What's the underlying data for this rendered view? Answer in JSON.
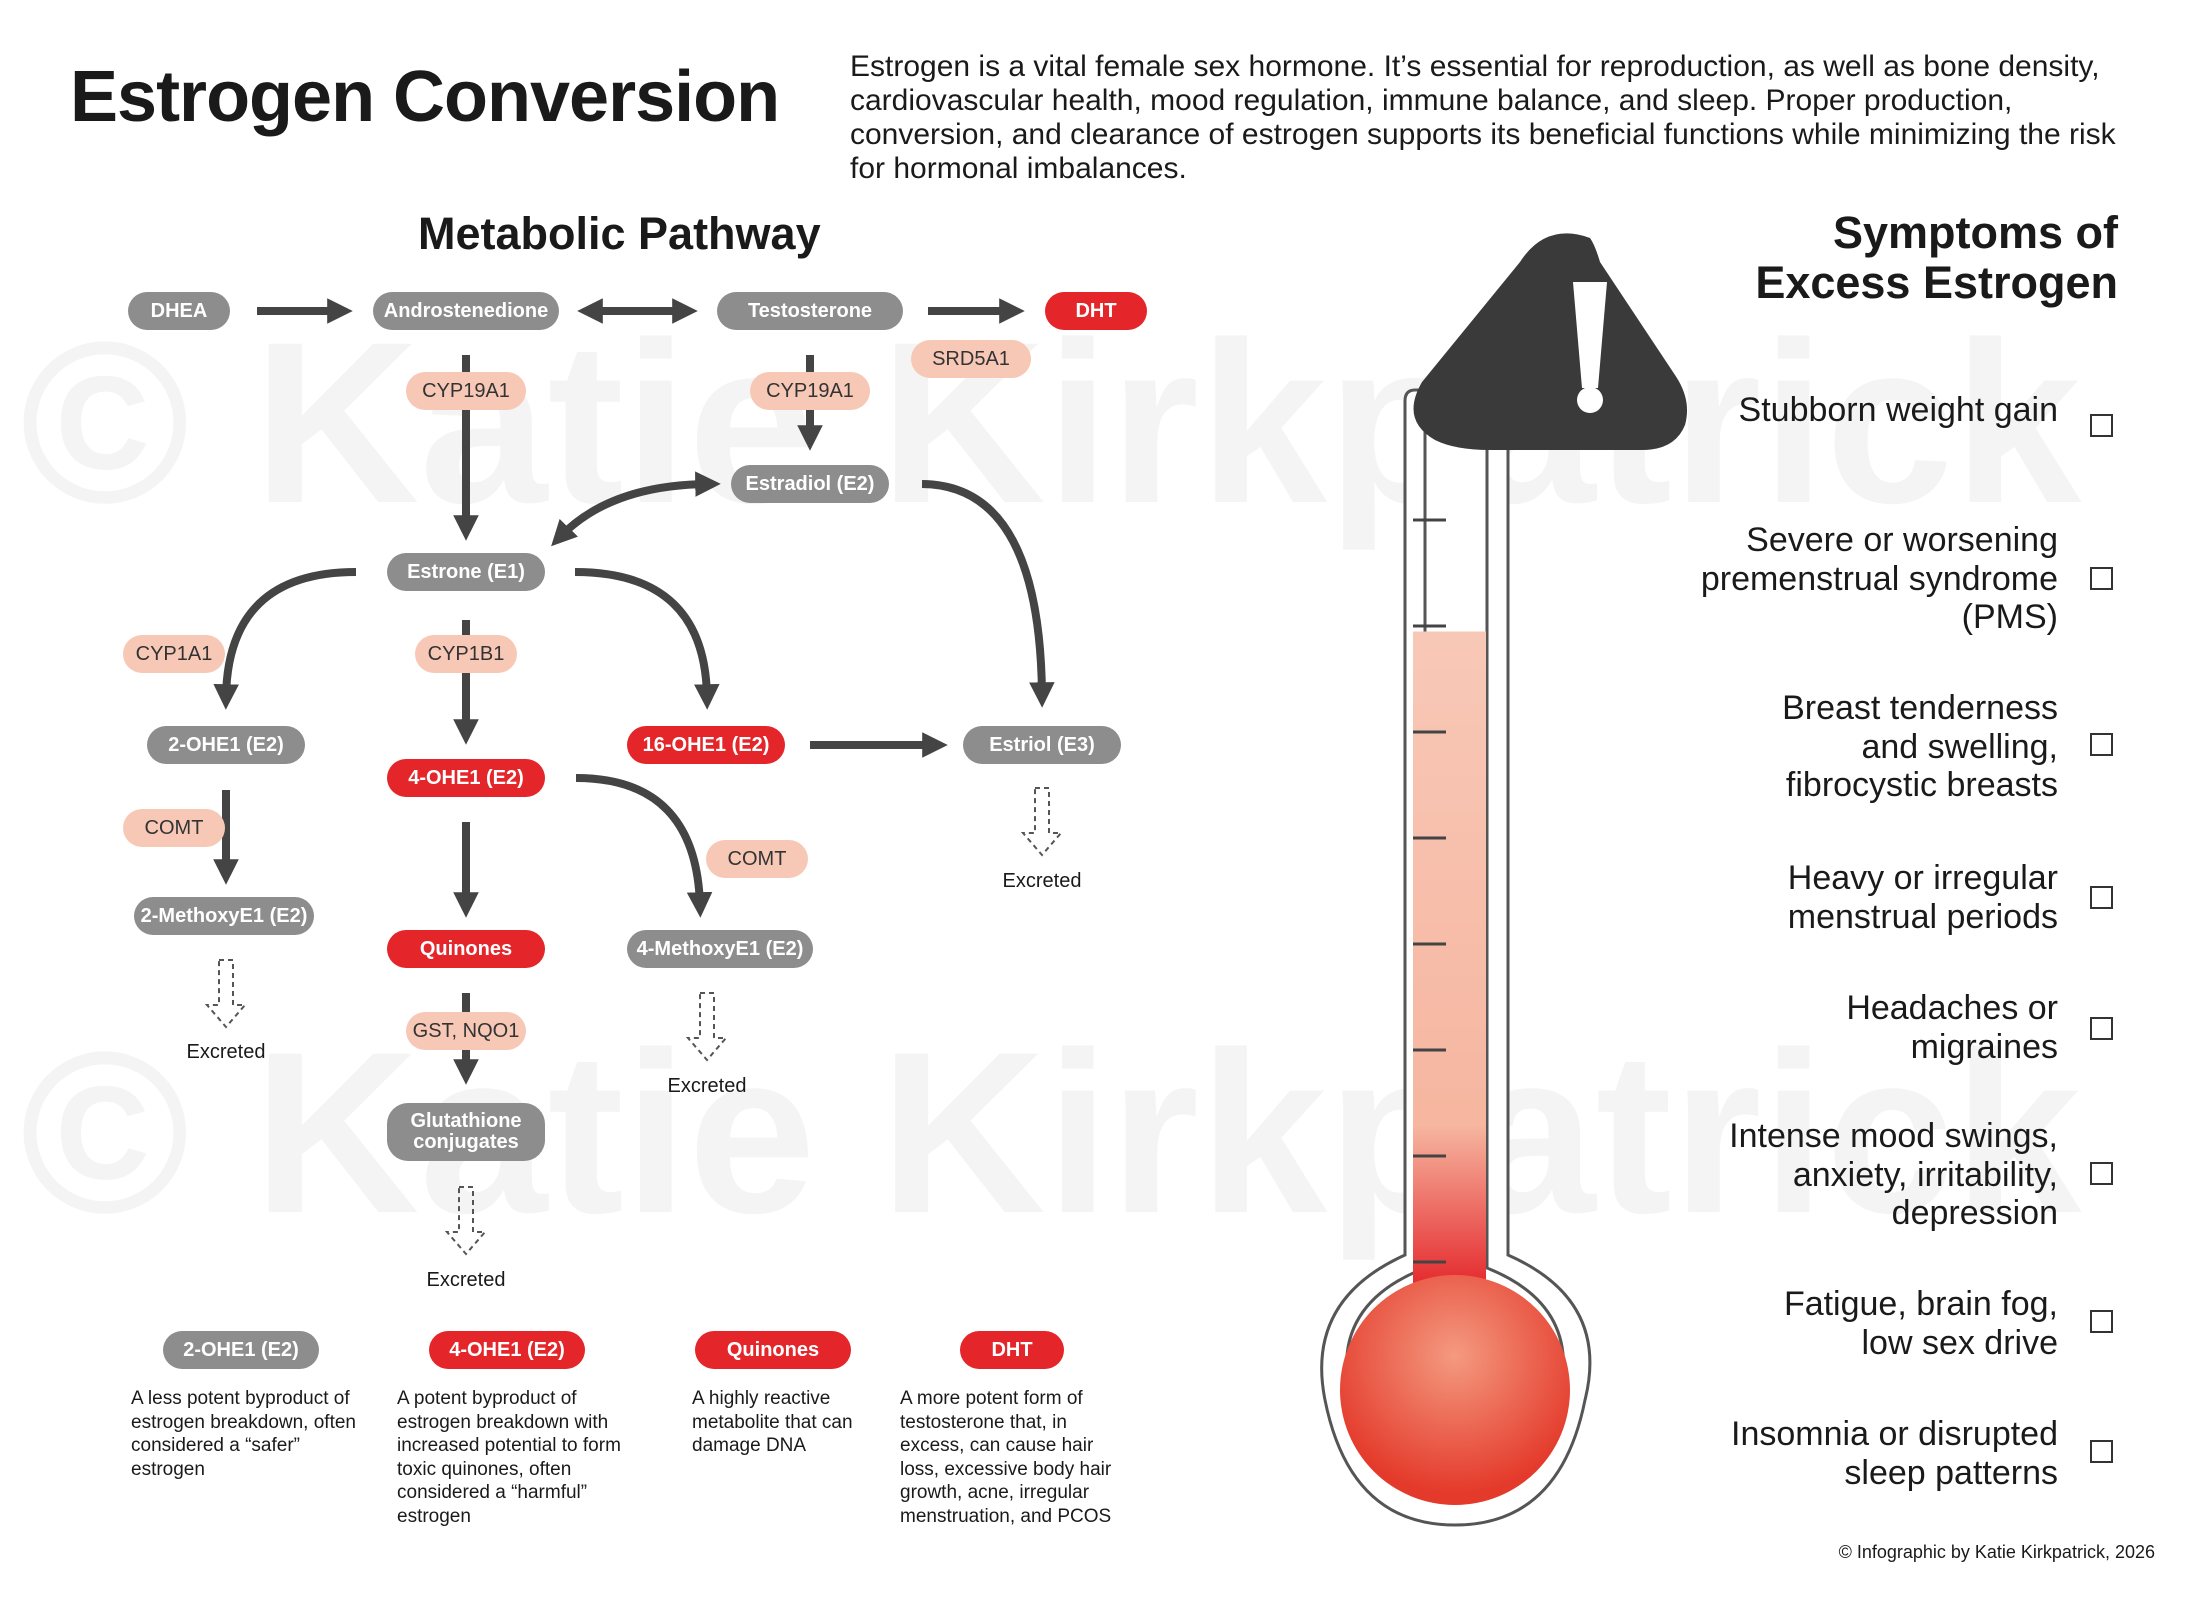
{
  "title": "Estrogen Conversion",
  "intro": "Estrogen is a vital female sex hormone. It’s essential for reproduction, as well as bone density, cardiovascular health, mood regulation, immune balance, and sleep. Proper production, conversion, and clearance of estrogen supports its beneficial functions while minimizing the risk for hormonal imbalances.",
  "watermark": "© Katie Kirkpatrick",
  "pathway": {
    "title": "Metabolic Pathway",
    "nodes": {
      "dhea": "DHEA",
      "androstenedione": "Androstenedione",
      "testosterone": "Testosterone",
      "dht": "DHT",
      "estradiol": "Estradiol (E2)",
      "estrone": "Estrone (E1)",
      "two_ohe1": "2-OHE1 (E2)",
      "four_ohe1": "4-OHE1 (E2)",
      "sixteen_ohe1": "16-OHE1 (E2)",
      "estriol": "Estriol (E3)",
      "two_methoxy": "2-MethoxyE1 (E2)",
      "quinones": "Quinones",
      "four_methoxy": "4-MethoxyE1 (E2)",
      "glutathione": "Glutathione conjugates"
    },
    "enzymes": {
      "cyp19a1_a": "CYP19A1",
      "cyp19a1_b": "CYP19A1",
      "srd5a1": "SRD5A1",
      "cyp1a1": "CYP1A1",
      "cyp1b1": "CYP1B1",
      "comt_a": "COMT",
      "comt_b": "COMT",
      "gst": "GST, NQO1"
    },
    "excreted": "Excreted"
  },
  "legend": [
    {
      "label": "2-OHE1 (E2)",
      "color": "gray",
      "desc": "A less potent byproduct of estrogen breakdown, often considered a “safer” estrogen"
    },
    {
      "label": "4-OHE1 (E2)",
      "color": "red",
      "desc": "A potent byproduct of estrogen breakdown with increased potential to form toxic quinones, often considered a “harmful” estrogen"
    },
    {
      "label": "Quinones",
      "color": "red",
      "desc": "A highly reactive metabolite that can damage DNA"
    },
    {
      "label": "DHT",
      "color": "red",
      "desc": "A more potent form of testosterone that, in excess, can cause hair loss, excessive body hair growth, acne, irregular menstruation, and PCOS"
    }
  ],
  "symptoms": {
    "title": "Symptoms of Excess Estrogen",
    "items": [
      "Stubborn weight gain",
      "Severe or worsening premenstrual syndrome (PMS)",
      "Breast tenderness and swelling, fibrocystic breasts",
      "Heavy or irregular menstrual periods",
      "Headaches or migraines",
      "Intense mood swings, anxiety, irritability, depression",
      "Fatigue, brain fog, low sex drive",
      "Insomnia or disrupted sleep patterns"
    ]
  },
  "thermometer": {
    "level_percent": 75
  },
  "colors": {
    "gray": "#8d8d8d",
    "red": "#e4262b",
    "enzyme": "#f8c8b7",
    "arrow": "#444444",
    "warning": "#3a3a3a"
  },
  "icons": {
    "warning": "warning-triangle-icon",
    "checkbox": "checkbox-icon"
  },
  "copyright": "© Infographic by Katie Kirkpatrick, 2026"
}
